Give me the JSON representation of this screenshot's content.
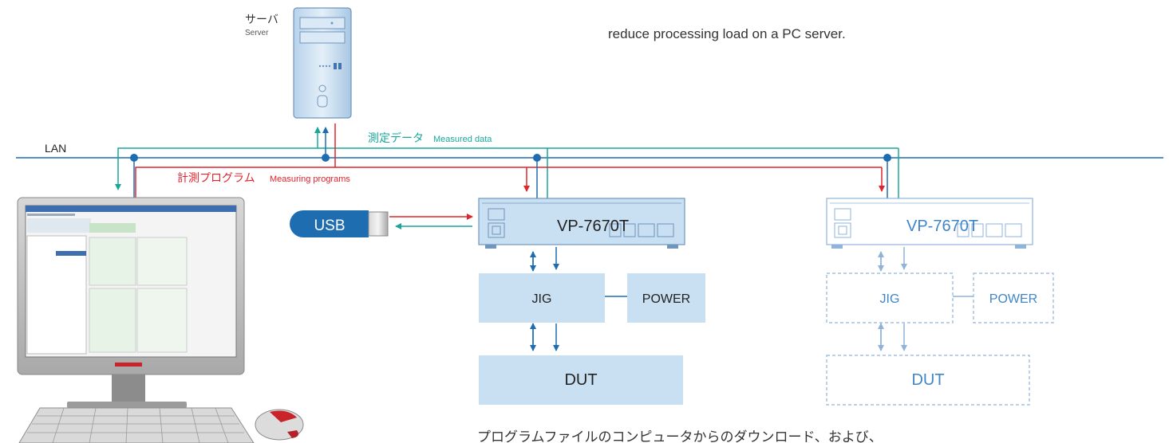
{
  "top_text": "reduce processing load on a PC server.",
  "server": {
    "label_jp": "サーバ",
    "label_en": "Server"
  },
  "lan": {
    "label": "LAN"
  },
  "measured_data": {
    "label_jp": "測定データ",
    "label_en": "Measured data"
  },
  "measuring_programs": {
    "label_jp": "計測プログラム",
    "label_en": "Measuring programs"
  },
  "usb": {
    "label": "USB"
  },
  "units": [
    {
      "model": "VP-7670T",
      "jig": "JIG",
      "power": "POWER",
      "dut": "DUT"
    },
    {
      "model": "VP-7670T",
      "jig": "JIG",
      "power": "POWER",
      "dut": "DUT"
    }
  ],
  "bottom_text": "プログラムファイルのコンピュータからのダウンロード、および、",
  "colors": {
    "lan": "#1f6db1",
    "measured_data": "#1aa79a",
    "measuring_programs": "#e0252b",
    "box_fill": "#c9dff2",
    "box_stroke": "#7ea7cc",
    "faded_stroke": "#8fb3d9",
    "faded_text": "#3f86c9",
    "usb": "#1f6db1"
  }
}
